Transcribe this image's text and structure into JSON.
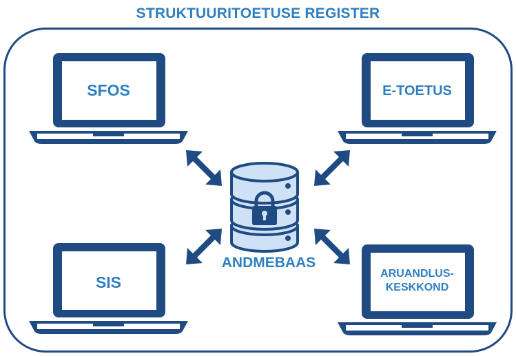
{
  "title": "STRUKTUURITOETUSE REGISTER",
  "systems": {
    "top_left": "SFOS",
    "top_right": "E-TOETUS",
    "bottom_left": "SIS",
    "bottom_right_line1": "ARUANDLUS-",
    "bottom_right_line2": "KESKKOND"
  },
  "database": {
    "label": "ANDMEBAAS",
    "icon": "database-lock-icon"
  },
  "arrows": {
    "type": "bidirectional",
    "icon": "double-arrow-icon"
  },
  "colors": {
    "frame": "#1f4b82",
    "laptop": "#1f4b82",
    "label": "#2f7fc0",
    "cylinder_fill": "#cfe2f5",
    "lock": "#1f4b82"
  }
}
